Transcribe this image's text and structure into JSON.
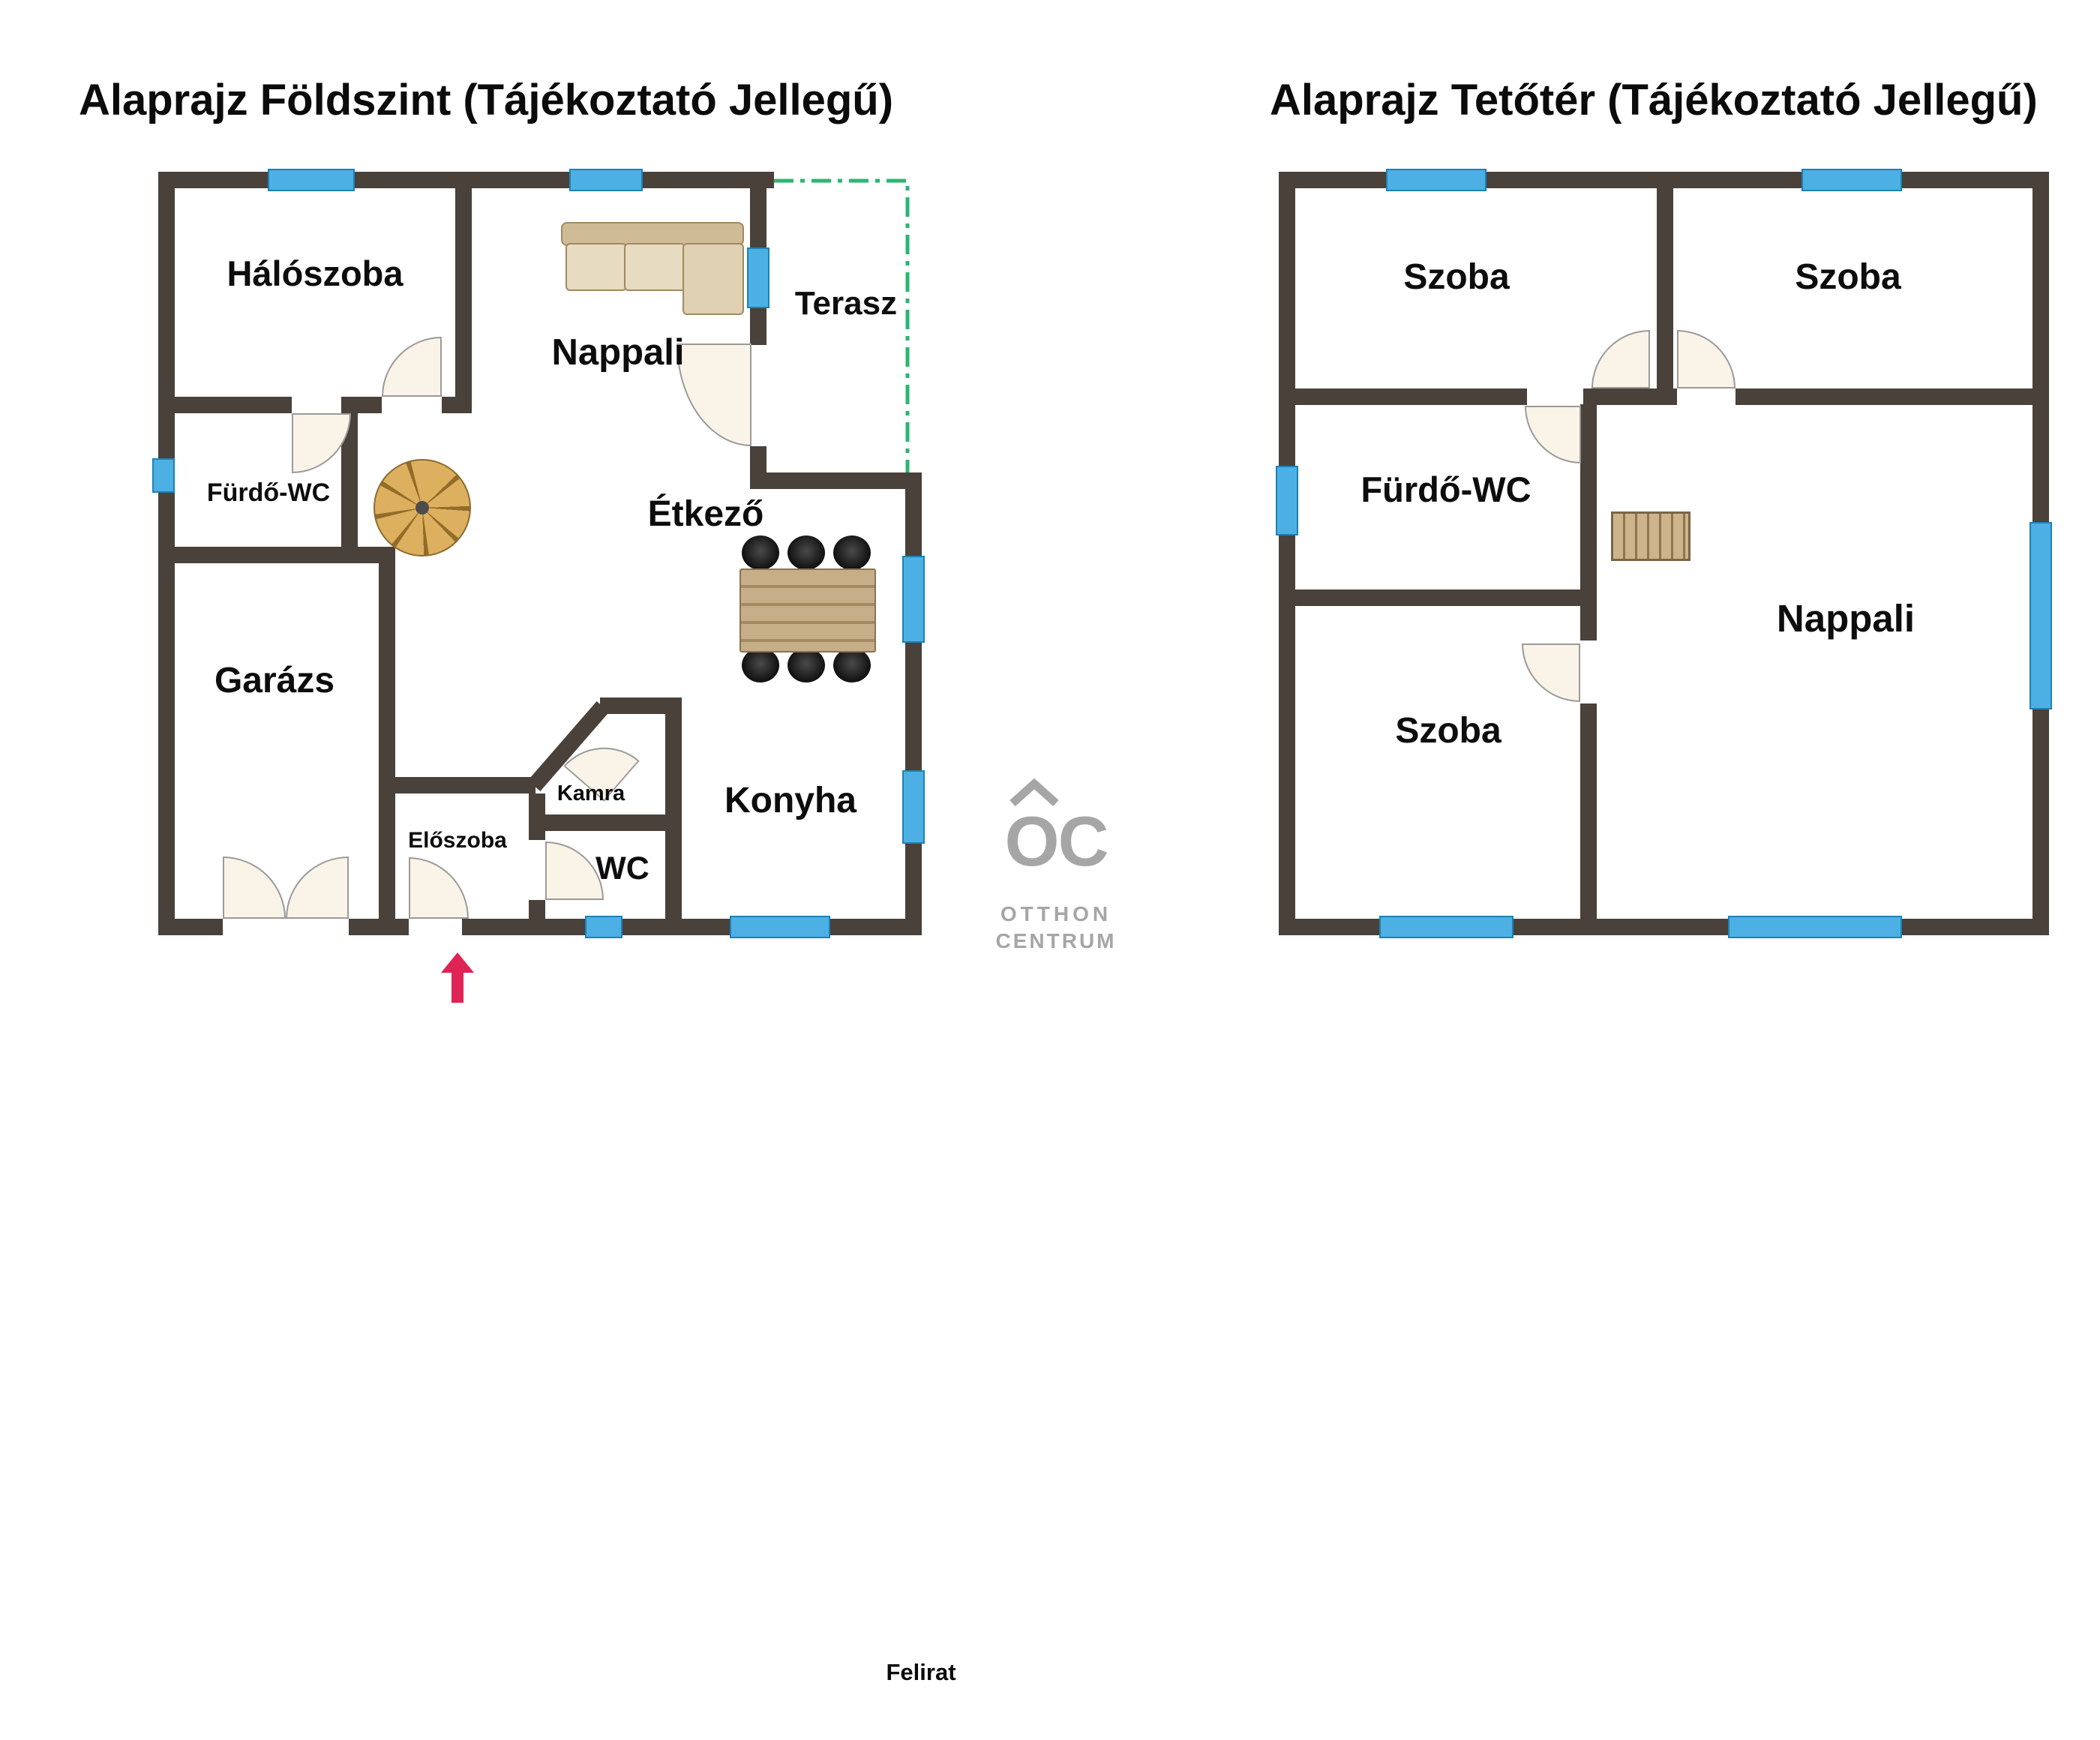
{
  "left_plan": {
    "title": "Alaprajz Földszint (Tájékoztató Jellegű)",
    "rooms": {
      "haloszoba": "Hálószoba",
      "nappali": "Nappali",
      "terasz": "Terasz",
      "furdo_wc": "Fürdő-WC",
      "etkezo": "Étkező",
      "garazs": "Garázs",
      "eloszoba": "Előszoba",
      "kamra": "Kamra",
      "wc": "WC",
      "konyha": "Konyha"
    }
  },
  "right_plan": {
    "title": "Alaprajz Tetőtér (Tájékoztató Jellegű)",
    "rooms": {
      "szoba_top_left": "Szoba",
      "szoba_top_right": "Szoba",
      "furdo_wc": "Fürdő-WC",
      "szoba_bottom": "Szoba",
      "nappali": "Nappali"
    }
  },
  "logo": {
    "monogram": "OC",
    "line1": "OTTHON",
    "line2": "CENTRUM"
  },
  "caption": "Felirat",
  "colors": {
    "wall": "#49413a",
    "window": "#4cb0e4",
    "window_border": "#1d82b4",
    "door_fill": "#faf4e8",
    "door_border": "#9a9a9a",
    "terrace_line": "#2bb673",
    "entry_arrow": "#e02355",
    "logo_gray": "#a6a6a6",
    "label_text": "#0d0d0d"
  }
}
